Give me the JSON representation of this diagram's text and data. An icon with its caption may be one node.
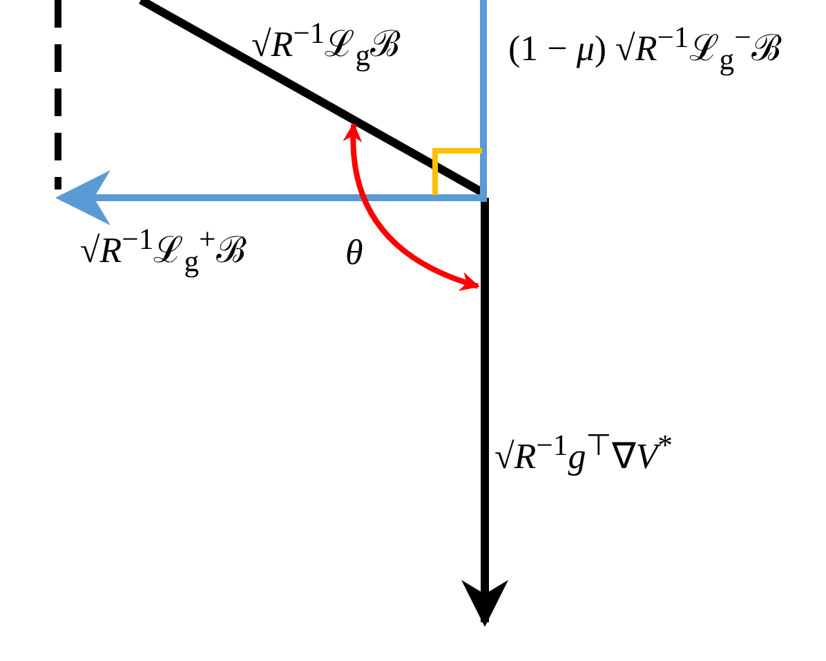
{
  "diagram": {
    "labels": [
      "√*R*$^{−1}$ℒ$_{g}$ℬ",
      "(1 − *μ*) √*R*$^{−1}$ℒ$_{g}$$^{−}$ℬ",
      "√*R*$^{−1}$ℒ$_{g}$$^{+}$ℬ",
      "*θ*",
      "√*R*$^{−1}$*g*$^{⊤}$∇*V*$^{*}$"
    ]
  }
}
